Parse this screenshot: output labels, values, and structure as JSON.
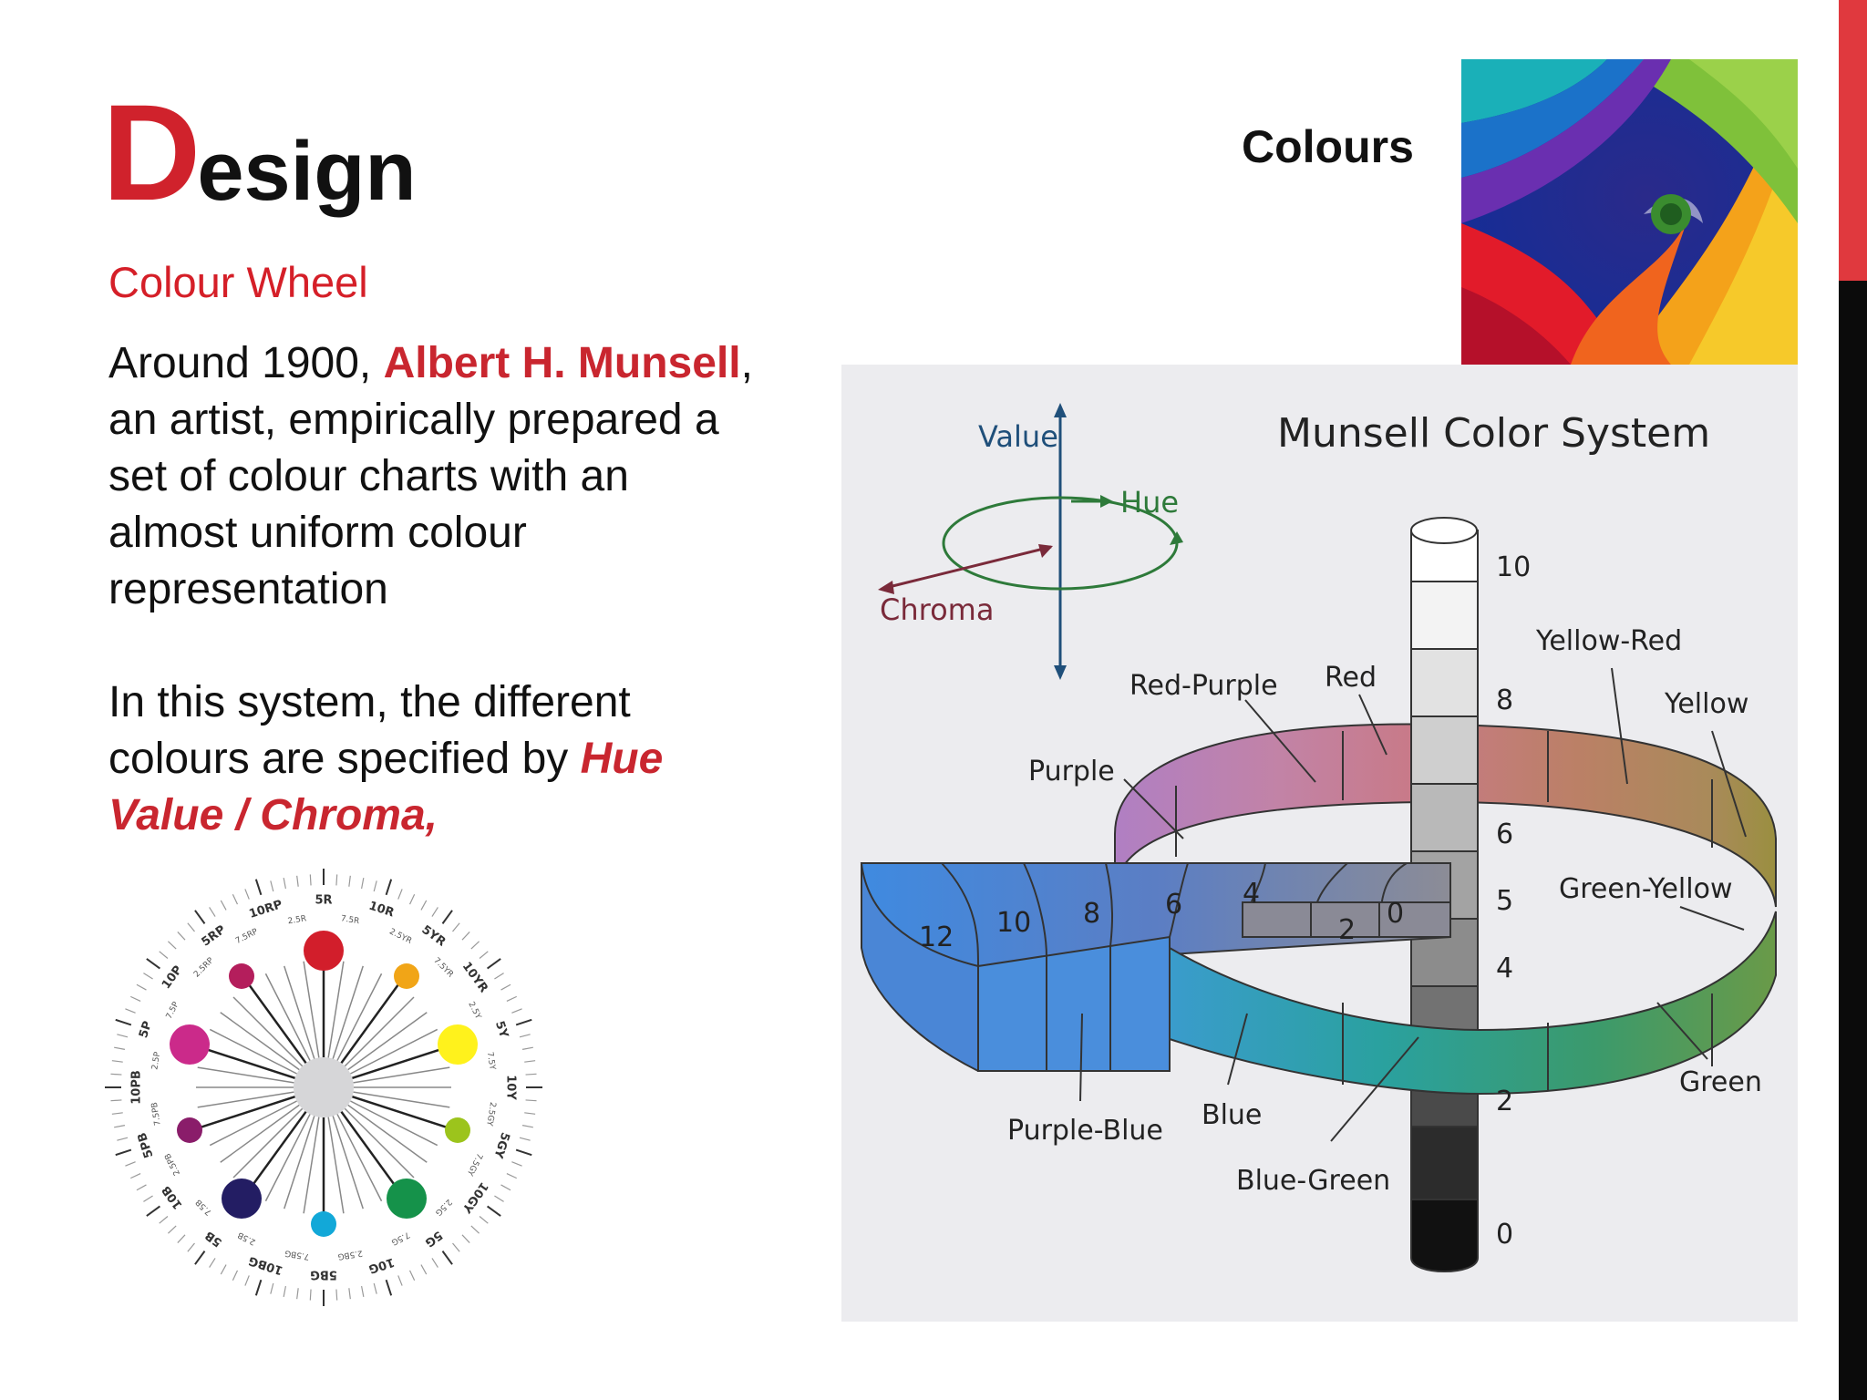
{
  "slide": {
    "title_initial": "D",
    "title_rest": "esign",
    "subtitle": "Colour Wheel",
    "colours_label": "Colours",
    "para1": {
      "before": "Around 1900, ",
      "highlight": "Albert H. Munsell",
      "after": ", an artist, empirically prepared a set of colour charts with an almost uniform colour representation"
    },
    "para2": {
      "before": "In this system, the different colours are specified by ",
      "highlight": "Hue Value / Chroma,"
    }
  },
  "munsell": {
    "title": "Munsell Color System",
    "axis": {
      "value": "Value",
      "hue": "Hue",
      "chroma": "Chroma"
    },
    "value_ticks": [
      "10",
      "8",
      "6",
      "5",
      "4",
      "2",
      "0"
    ],
    "chroma_ticks": [
      "12",
      "10",
      "8",
      "6",
      "4",
      "2",
      "0"
    ],
    "hues": {
      "red_purple": "Red-Purple",
      "red": "Red",
      "yellow_red": "Yellow-Red",
      "yellow": "Yellow",
      "purple": "Purple",
      "green_yellow": "Green-Yellow",
      "green": "Green",
      "purple_blue": "Purple-Blue",
      "blue": "Blue",
      "blue_green": "Blue-Green"
    }
  },
  "wheel": {
    "labels": [
      "5R",
      "10R",
      "5YR",
      "10YR",
      "5Y",
      "10Y",
      "5GY",
      "10GY",
      "5G",
      "10G",
      "5BG",
      "10BG",
      "5B",
      "10B",
      "5PB",
      "10PB",
      "5P",
      "10P",
      "5RP",
      "10RP"
    ],
    "sublabels": [
      "7.5R",
      "2.5YR",
      "7.5YR",
      "2.5Y",
      "7.5Y",
      "2.5GY",
      "7.5GY",
      "2.5G",
      "7.5G",
      "2.5BG",
      "7.5BG",
      "2.5B",
      "7.5B",
      "2.5PB",
      "7.5PB",
      "2.5P",
      "7.5P",
      "2.5RP",
      "7.5RP",
      "2.5R"
    ]
  },
  "colors": {
    "accent_red": "#d0222c",
    "side_bar_red": "#e0393e",
    "side_bar_black": "#0b0b0b"
  }
}
